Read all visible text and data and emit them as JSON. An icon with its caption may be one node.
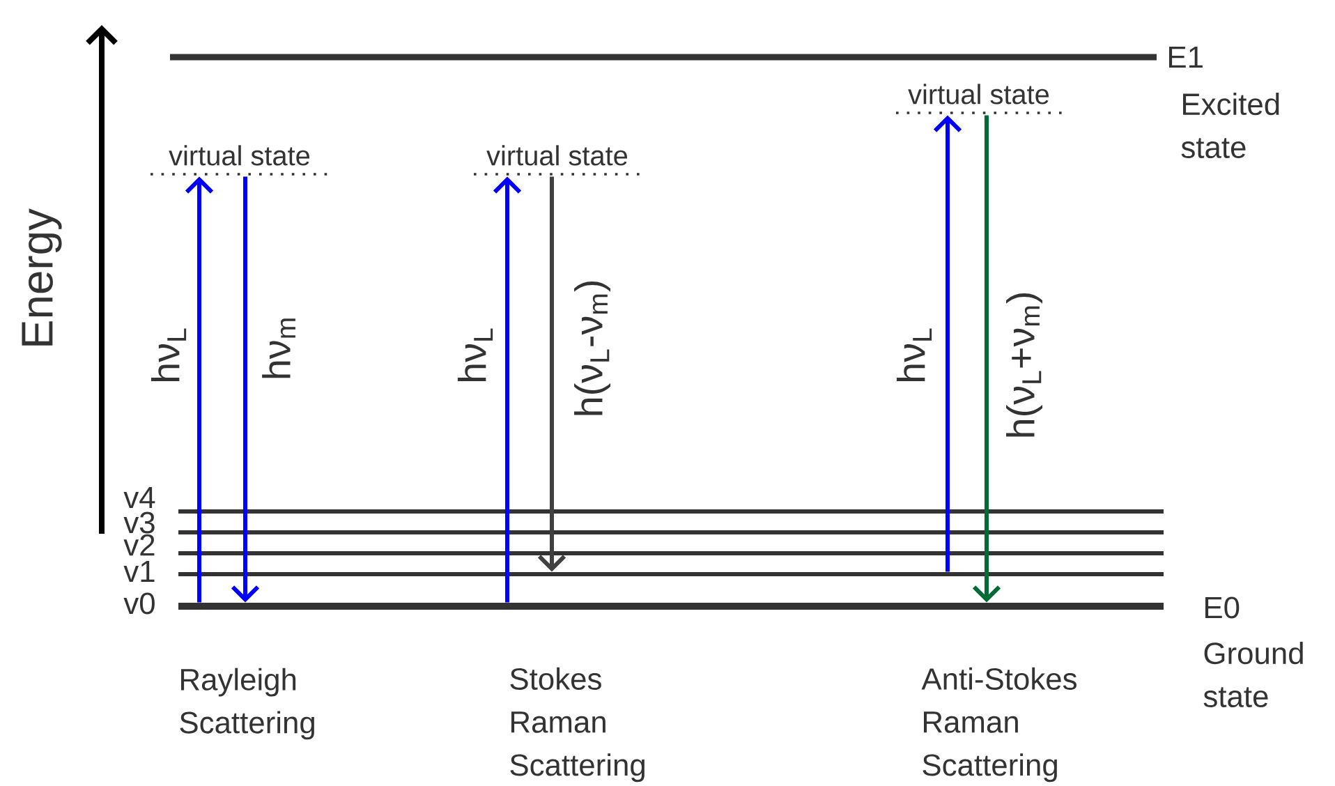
{
  "diagram": {
    "nodes": [
      {
        "text": [
          "E1",
          "Excited state"
        ]
      },
      {
        "text": [
          "virtual state"
        ]
      },
      {
        "text": [
          "virtual state"
        ]
      },
      {
        "text": [
          "virtual state"
        ]
      },
      {
        "text": [
          "v4"
        ]
      },
      {
        "text": [
          "v3"
        ]
      },
      {
        "text": [
          "v2"
        ]
      },
      {
        "text": [
          "v1"
        ]
      },
      {
        "text": [
          "v0",
          "E0",
          "Ground state"
        ]
      }
    ],
    "edges": [
      {
        "from": 8,
        "to": 1,
        "arrow": "to",
        "label": "hν$_{L}$"
      },
      {
        "from": 1,
        "to": 8,
        "arrow": "to",
        "label": "hν$_{m}$"
      },
      {
        "from": 8,
        "to": 2,
        "arrow": "to",
        "label": "hν$_{L}$"
      },
      {
        "from": 2,
        "to": 7,
        "arrow": "to",
        "label": "h(ν$_{L}$-ν$_{m}$)",
        "color": "#404040"
      },
      {
        "from": 7,
        "to": 3,
        "arrow": "to",
        "label": "hν$_{L}$"
      },
      {
        "from": 3,
        "to": 8,
        "arrow": "to",
        "label": "h(ν$_{L}$+ν$_{m}$)",
        "color": "#006b35"
      }
    ],
    "labels": [
      "Energy",
      "Rayleigh Scattering",
      "Stokes Raman Scattering",
      "Anti-Stokes Raman Scattering"
    ]
  }
}
